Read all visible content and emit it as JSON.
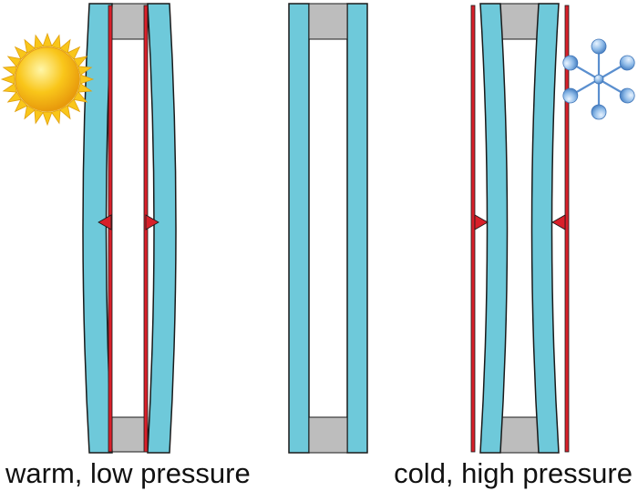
{
  "captions": {
    "warm": "warm, low pressure",
    "cold": "cold, high pressure"
  },
  "colors": {
    "glass": "#6ec9da",
    "spacer": "#bdbdbd",
    "indicator": "#d8202a",
    "outline": "#1a1a1a",
    "sun": "#f9c61a",
    "snowflake": "#6a9ed6"
  },
  "icons": {
    "warm": "sun-icon",
    "cold": "snowflake-icon"
  },
  "panels": [
    {
      "state": "warm",
      "deflection": "outward"
    },
    {
      "state": "neutral",
      "deflection": "none"
    },
    {
      "state": "cold",
      "deflection": "inward"
    }
  ]
}
